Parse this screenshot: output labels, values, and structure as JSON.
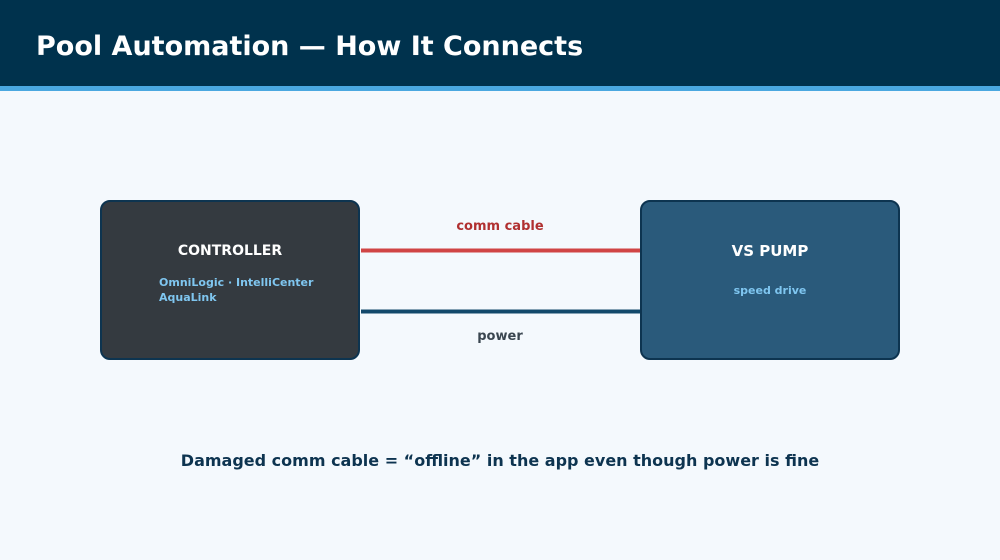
{
  "header": {
    "title": "Pool Automation — How It Connects"
  },
  "nodes": {
    "controller": {
      "title": "CONTROLLER",
      "subtitle_line1": "OmniLogic · IntelliCenter",
      "subtitle_line2": "AquaLink"
    },
    "pump": {
      "title": "VS PUMP",
      "subtitle": "speed drive"
    }
  },
  "edges": {
    "comm": {
      "label": "comm cable",
      "color": "#d04545"
    },
    "power": {
      "label": "power",
      "color": "#12496b"
    }
  },
  "colors": {
    "header_bg": "#00324d",
    "header_accent": "#4aa8e0",
    "page_bg": "#f4f9fd",
    "controller_fill": "#343a40",
    "pump_fill": "#2a5a7b",
    "node_border": "#0d3450",
    "comm_label": "#b03030",
    "power_label": "#3a4650"
  },
  "footnote": "Damaged comm cable = “offline” in the app even though power is fine"
}
